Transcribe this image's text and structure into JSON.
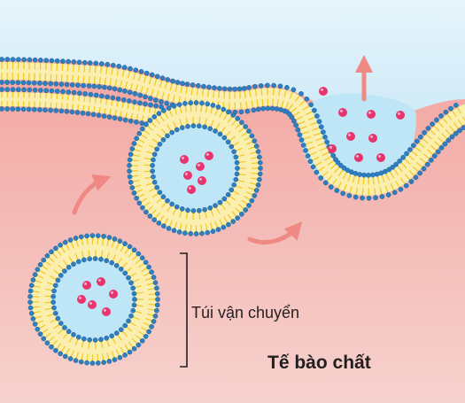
{
  "labels": {
    "transport_vesicle": "Túi vận chuyển",
    "cytoplasm": "Tế bào chất"
  },
  "colors": {
    "exterior_top": "#e6f4fb",
    "exterior_bottom": "#cfeaf8",
    "cytoplasm_top": "#f29e9a",
    "cytoplasm_bottom": "#f6d2ce",
    "lipid_head": "#2f7fc0",
    "lipid_head_edge": "#1b5f99",
    "lipid_tail": "#f3c92c",
    "bilayer_core": "#fbefb0",
    "vesicle_lumen": "#bfe6f6",
    "cargo": "#e8356e",
    "arrow": "#ee8a83"
  },
  "icons": {
    "secreted_molecules": "pink-dot",
    "movement": "curved-arrow"
  }
}
